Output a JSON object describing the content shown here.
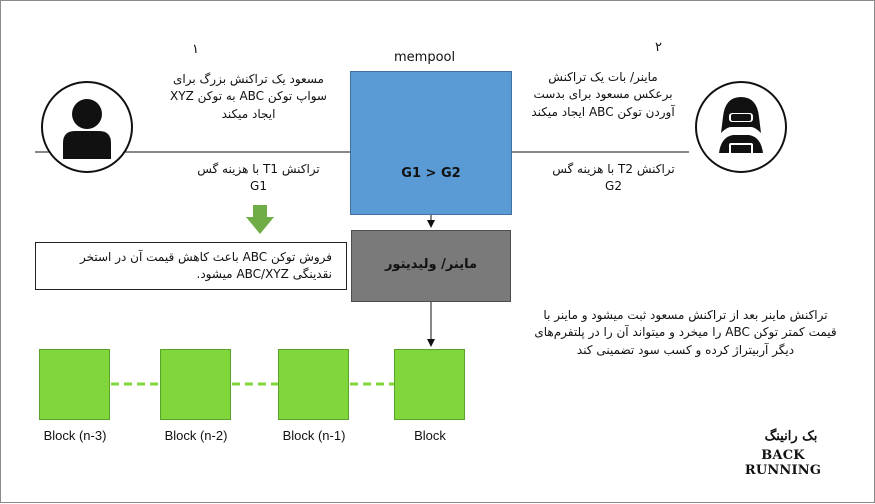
{
  "step_numbers": {
    "left": "۱",
    "right": "۲"
  },
  "mempool": {
    "label": "mempool",
    "content": "G1 > G2"
  },
  "victim": {
    "description": "مسعود یک تراکنش بزرگ برای سواپ توکن ABC به توکن XYZ ایجاد میکند",
    "tx_label": "تراکنش T1 با هزینه گس G1"
  },
  "attacker": {
    "description": "ماینر/ بات یک تراکنش برعکس مسعود برای بدست آوردن توکن ABC ایجاد میکند",
    "tx_label": "تراکنش T2 با هزینه گس G2"
  },
  "miner": {
    "label": "ماینر/ ولیدیتور"
  },
  "callout": {
    "text": "فروش توکن ABC باعث کاهش قیمت آن در استخر نقدینگی ABC/XYZ میشود."
  },
  "explanation": {
    "text": "تراکنش ماینر بعد از تراکنش مسعود ثبت میشود و ماینر با قیمت کمتر توکن ABC را میخرد و میتواند آن را در پلتفرم‌های دیگر آربیتراژ کرده و کسب سود تضمینی کند"
  },
  "blocks": [
    "Block (n-3)",
    "Block (n-2)",
    "Block (n-1)",
    "Block"
  ],
  "brand": {
    "fa": "بک رانینگ",
    "en": "BACK RUNNING"
  },
  "icons": {
    "victim": "user-icon",
    "attacker": "hacker-icon",
    "arrow": "down-arrow-icon"
  },
  "colors": {
    "mempool": "#5b9bd5",
    "miner": "#7a7a7a",
    "block": "#80d63a",
    "arrow": "#70ad47"
  }
}
